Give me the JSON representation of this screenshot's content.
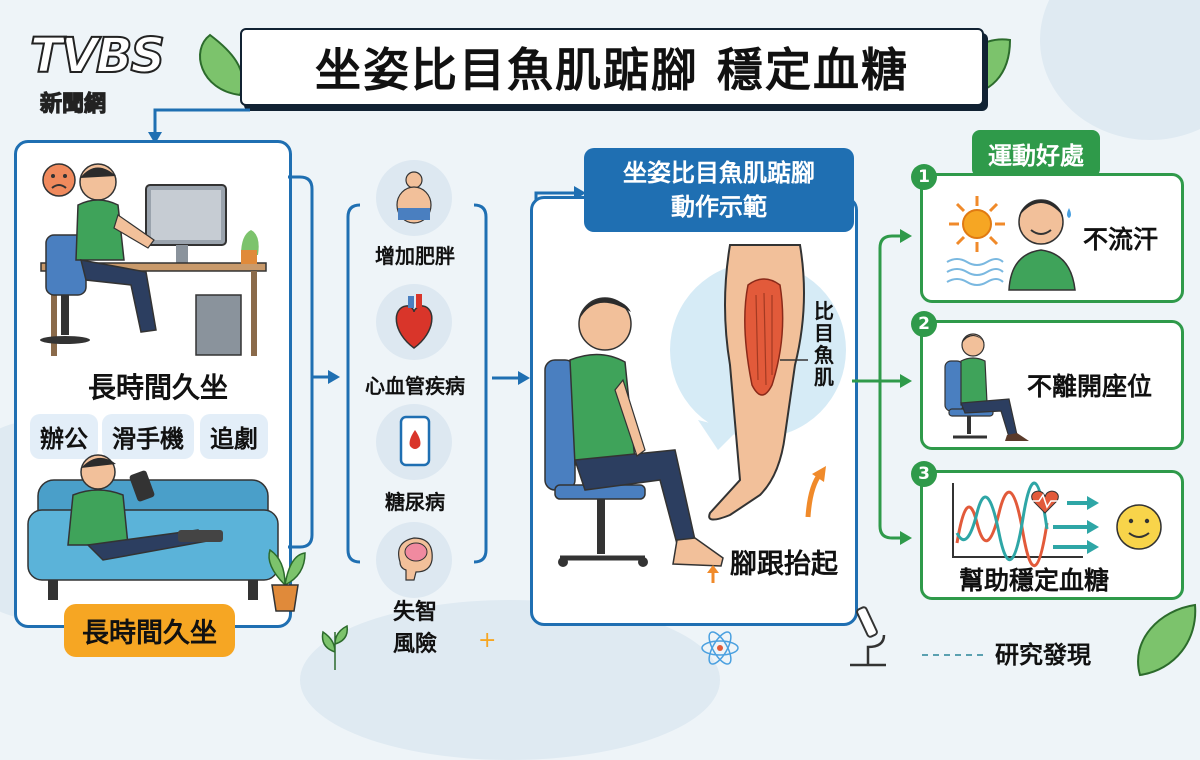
{
  "logo": {
    "brand": "TVBS",
    "sub": "新聞網"
  },
  "title": "坐姿比目魚肌踮腳 穩定血糖",
  "cause": {
    "label": "長時間久坐",
    "chips": [
      "辦公",
      "滑手機",
      "追劇"
    ],
    "tag": "長時間久坐"
  },
  "risks": {
    "items": [
      "增加肥胖",
      "心血管疾病",
      "糖尿病"
    ],
    "last_line1": "失智",
    "last_line2": "風險"
  },
  "demo": {
    "title_line1": "坐姿比目魚肌踮腳",
    "title_line2": "動作示範",
    "muscle_label": [
      "比",
      "目",
      "魚",
      "肌"
    ],
    "action": "腳跟抬起"
  },
  "benefits": {
    "header": "運動好處",
    "items": [
      {
        "num": "1",
        "text": "不流汗"
      },
      {
        "num": "2",
        "text": "不離開座位"
      },
      {
        "num": "3",
        "text": "幫助穩定血糖"
      }
    ],
    "footer": "研究發現"
  },
  "colors": {
    "blue": "#1f6fb2",
    "green": "#2f9a4a",
    "orange": "#f6a623",
    "shirt": "#3fa35a"
  }
}
